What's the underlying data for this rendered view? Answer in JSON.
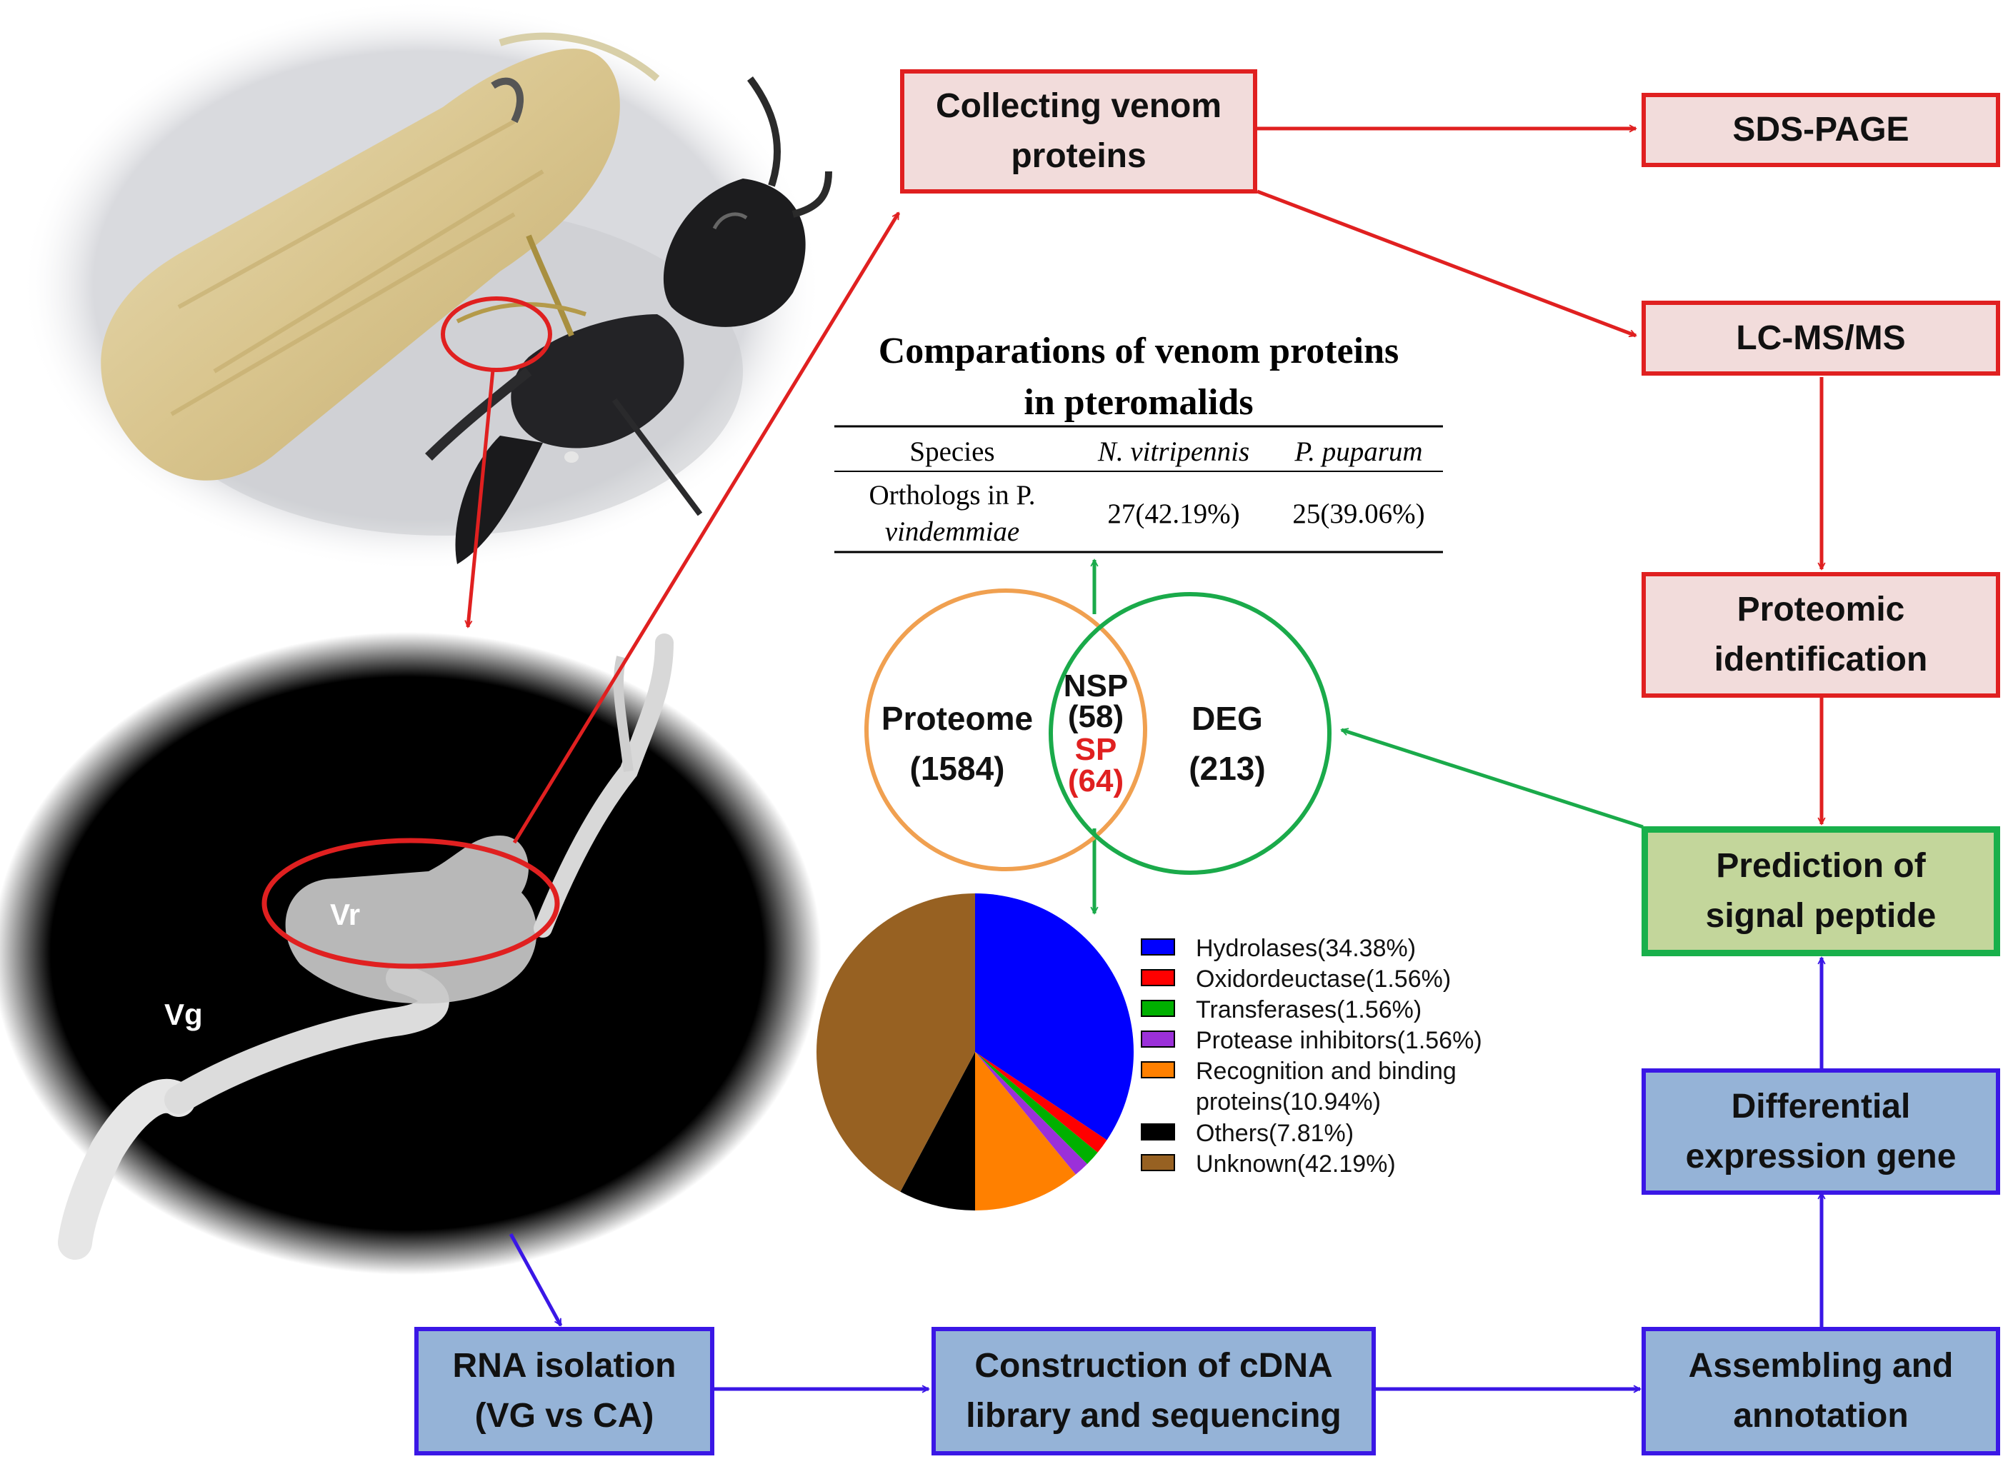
{
  "photos": {
    "venom_reservoir_label": "Vr",
    "venom_gland_label": "Vg"
  },
  "flow": {
    "collecting": [
      "Collecting venom",
      "proteins"
    ],
    "sds": "SDS-PAGE",
    "lcms": "LC-MS/MS",
    "proteomic": [
      "Proteomic",
      "identification"
    ],
    "prediction": [
      "Prediction of",
      "signal peptide"
    ],
    "differential": [
      "Differential",
      "expression gene"
    ],
    "rna": [
      "RNA isolation",
      "(VG vs CA)"
    ],
    "cdna": [
      "Construction of cDNA",
      "library and sequencing"
    ],
    "assembling": [
      "Assembling and",
      "annotation"
    ]
  },
  "comparison": {
    "title": [
      "Comparations of venom proteins",
      "in pteromalids"
    ],
    "species_header": "Species",
    "col1_header": "N. vitripennis",
    "col2_header": "P. puparum",
    "row_label_1": "Orthologs in P.",
    "row_label_2": "vindemmiae",
    "col1_value": "27(42.19%)",
    "col2_value": "25(39.06%)"
  },
  "venn": {
    "left_label": "Proteome",
    "left_count": "(1584)",
    "right_label": "DEG",
    "right_count": "(213)",
    "nsp_label": "NSP",
    "nsp_count": "(58)",
    "sp_label": "SP",
    "sp_count": "(64)",
    "left_color": "#f0a050",
    "right_color": "#1aaa4a",
    "sp_color": "#e02020"
  },
  "chart_data": {
    "type": "pie",
    "slices": [
      {
        "label": "Hydrolases(34.38%)",
        "value": 34.38,
        "color": "#0000ff"
      },
      {
        "label": "Oxidordeuctase(1.56%)",
        "value": 1.56,
        "color": "#ff0000"
      },
      {
        "label": "Transferases(1.56%)",
        "value": 1.56,
        "color": "#00b000"
      },
      {
        "label": "Protease inhibitors(1.56%)",
        "value": 1.56,
        "color": "#9b30d9"
      },
      {
        "label": "Recognition and binding proteins(10.94%)",
        "value": 10.94,
        "color": "#ff8000"
      },
      {
        "label": "Others(7.81%)",
        "value": 7.81,
        "color": "#000000"
      },
      {
        "label": "Unknown(42.19%)",
        "value": 42.19,
        "color": "#976122"
      }
    ],
    "legend_lines": [
      [
        "Hydrolases(34.38%)"
      ],
      [
        "Oxidordeuctase(1.56%)"
      ],
      [
        "Transferases(1.56%)"
      ],
      [
        "Protease inhibitors(1.56%)"
      ],
      [
        "Recognition and binding",
        "proteins(10.94%)"
      ],
      [
        "Others(7.81%)"
      ],
      [
        "Unknown(42.19%)"
      ]
    ],
    "legend_placement": "right"
  },
  "colors": {
    "red_flow": "#e02020",
    "blue_flow": "#3a17e6",
    "green_flow": "#1aaa4a"
  }
}
